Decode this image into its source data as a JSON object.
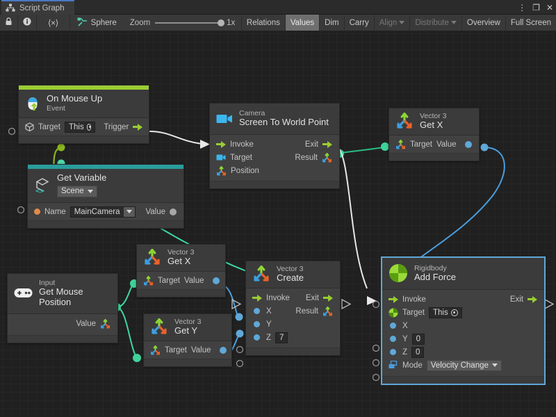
{
  "window": {
    "tab_label": "Script Graph",
    "tab_icon": "graph-icon",
    "controls": [
      {
        "name": "more-options-icon",
        "glyph": "⋮"
      },
      {
        "name": "maximize-icon",
        "glyph": "❐"
      },
      {
        "name": "close-icon",
        "glyph": "✕"
      }
    ]
  },
  "toolbar": {
    "lock_icon": "lock-icon",
    "info_icon": "info-icon",
    "code_icon": "code-brackets-icon",
    "object_icon": "script-machine-icon",
    "object_name": "Sphere",
    "zoom_label": "Zoom",
    "zoom_value": "1x",
    "buttons": [
      {
        "name": "relations-button",
        "label": "Relations",
        "state": "normal"
      },
      {
        "name": "values-button",
        "label": "Values",
        "state": "selected"
      },
      {
        "name": "dim-button",
        "label": "Dim",
        "state": "normal"
      },
      {
        "name": "carry-button",
        "label": "Carry",
        "state": "normal"
      },
      {
        "name": "align-button",
        "label": "Align",
        "state": "disabled",
        "dropdown": true
      },
      {
        "name": "distribute-button",
        "label": "Distribute",
        "state": "disabled",
        "dropdown": true
      },
      {
        "name": "overview-button",
        "label": "Overview",
        "state": "normal"
      },
      {
        "name": "fullscreen-button",
        "label": "Full Screen",
        "state": "normal"
      }
    ]
  },
  "nodes": {
    "on_mouse_up": {
      "name": "on-mouse-up-node",
      "accent_color": "#9acd32",
      "icon": "mouse-up-icon",
      "title_small": "On Mouse Up",
      "title_sub": "Event",
      "target_label": "Target",
      "target_value": "This",
      "trigger_label": "Trigger"
    },
    "get_variable": {
      "name": "get-variable-node",
      "accent_color": "#2a9d9d",
      "icon": "unity-variable-icon",
      "title": "Get Variable",
      "scope": "Scene",
      "name_label": "Name",
      "name_value": "MainCamera",
      "value_label": "Value"
    },
    "screen_to_world": {
      "name": "camera-screen-to-world-point-node",
      "icon": "camera-icon",
      "title_small": "Camera",
      "title_big": "Screen To World Point",
      "rows_in": [
        "Invoke",
        "Target",
        "Position"
      ],
      "rows_out": [
        "Exit",
        "Result"
      ]
    },
    "vector3_get_x_top": {
      "name": "vector3-get-x-node-top",
      "icon": "vector3-icon",
      "title_small": "Vector 3",
      "title_big": "Get X",
      "target_label": "Target",
      "value_label": "Value"
    },
    "vector3_get_x_mid": {
      "name": "vector3-get-x-node-mid",
      "icon": "vector3-icon",
      "title_small": "Vector 3",
      "title_big": "Get X",
      "target_label": "Target",
      "value_label": "Value"
    },
    "vector3_get_y": {
      "name": "vector3-get-y-node",
      "icon": "vector3-icon",
      "title_small": "Vector 3",
      "title_big": "Get Y",
      "target_label": "Target",
      "value_label": "Value"
    },
    "input_mouse_position": {
      "name": "input-get-mouse-position-node",
      "icon": "gamepad-icon",
      "title_small": "Input",
      "title_big": "Get Mouse Position",
      "value_label": "Value"
    },
    "vector3_create": {
      "name": "vector3-create-node",
      "icon": "vector3-icon",
      "title_small": "Vector 3",
      "title_big": "Create",
      "invoke_label": "Invoke",
      "exit_label": "Exit",
      "result_label": "Result",
      "x_label": "X",
      "y_label": "Y",
      "z_label": "Z",
      "z_value": "7"
    },
    "rigidbody_add_force": {
      "name": "rigidbody-add-force-node",
      "icon": "rigidbody-icon",
      "title_small": "Rigidbody",
      "title_big": "Add Force",
      "invoke_label": "Invoke",
      "exit_label": "Exit",
      "target_label": "Target",
      "target_value": "This",
      "x_label": "X",
      "y_label": "Y",
      "y_value": "0",
      "z_label": "Z",
      "z_value": "0",
      "mode_label": "Mode",
      "mode_value": "Velocity Change",
      "selected": true
    }
  },
  "colors": {
    "flow_wire": "#e8e8e8",
    "value_wire_green": "#3fd8a0",
    "value_wire_blue": "#4a9ede",
    "value_wire_olive": "#8ab420",
    "accent_green": "#9acd32",
    "accent_teal": "#2a9d9d",
    "selection": "#5fa8d8"
  }
}
